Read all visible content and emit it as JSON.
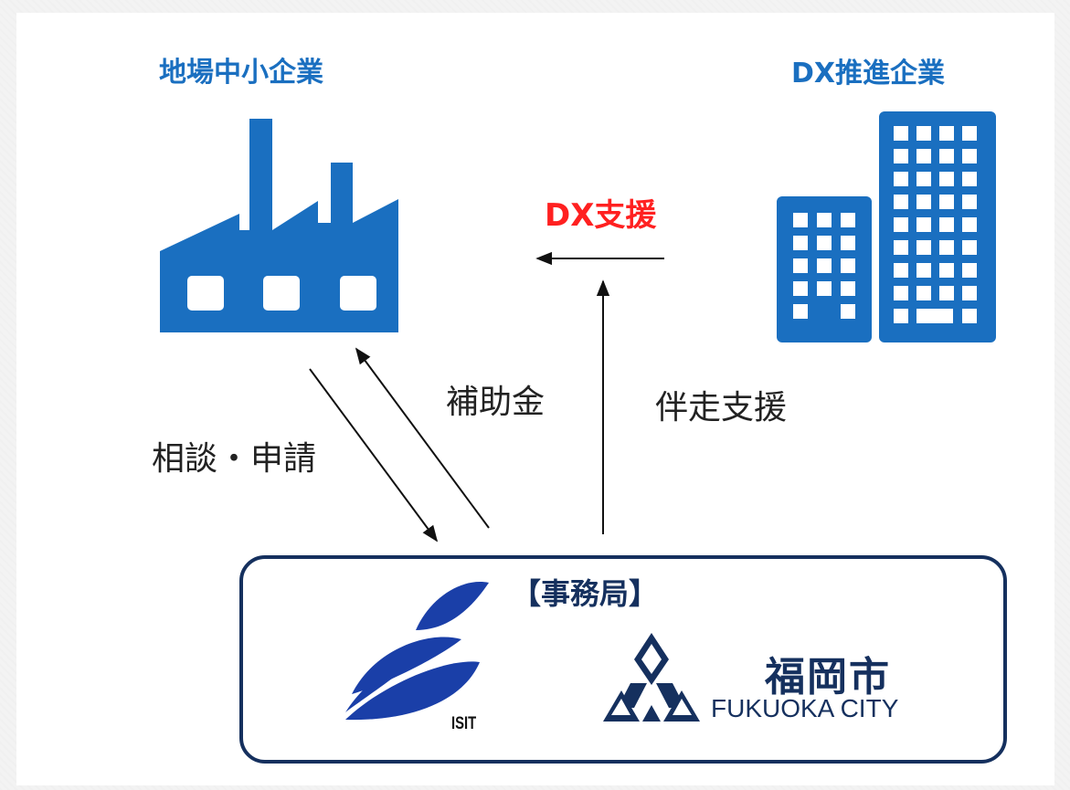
{
  "sme": {
    "title": "地場中小企業"
  },
  "dx_company": {
    "title": "DX推進企業"
  },
  "dx_support": {
    "label": "DX支援"
  },
  "flows": {
    "consultation": "相談・申請",
    "subsidy": "補助金",
    "accompany": "伴走支援"
  },
  "secretariat": {
    "title": "【事務局】",
    "isit_logo_text": "ISIT",
    "city_name_jp": "福岡市",
    "city_name_en": "FUKUOKA CITY"
  },
  "colors": {
    "blue": "#1a6fc0",
    "red": "#ff2020",
    "navy": "#15305e"
  },
  "icons": [
    "factory-icon",
    "office-buildings-icon",
    "isit-logo-icon",
    "fukuoka-city-emblem-icon"
  ]
}
